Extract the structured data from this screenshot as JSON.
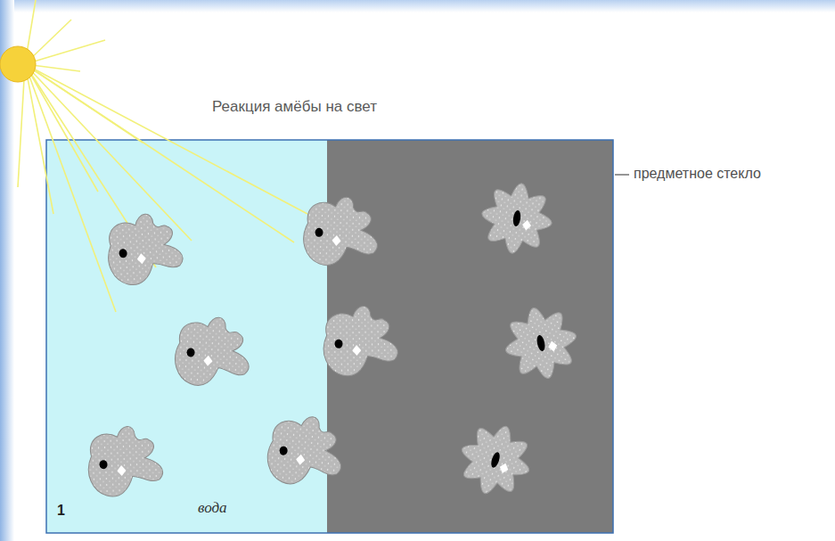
{
  "diagram": {
    "title": "Реакция амёбы на свет",
    "labels": [
      "предметное стекло",
      "1",
      "вода"
    ]
  }
}
